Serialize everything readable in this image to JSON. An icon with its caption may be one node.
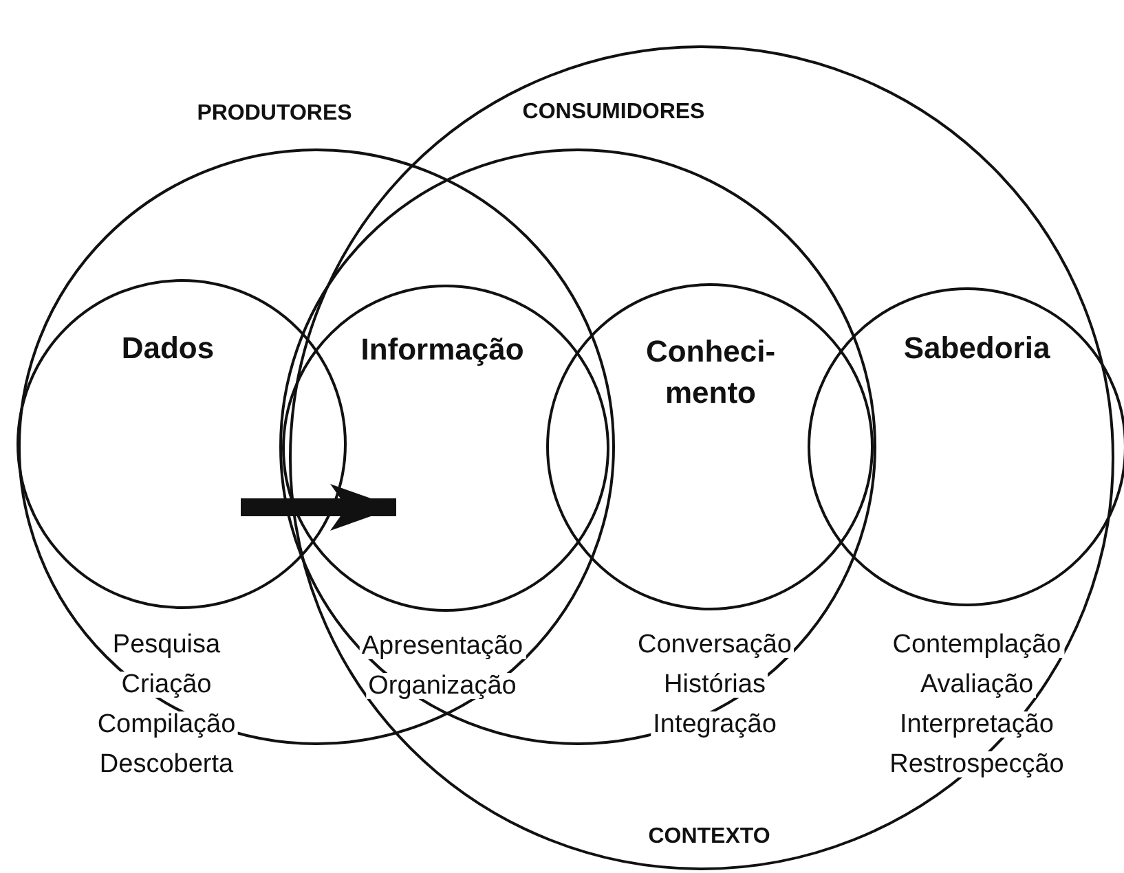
{
  "diagram": {
    "nodes": [
      {
        "text": [
          "PRODUTORES"
        ]
      },
      {
        "text": [
          "CONSUMIDORES"
        ],
        "in": 2
      },
      {
        "text": [
          "CONTEXTO"
        ]
      },
      {
        "text": [
          "Dados"
        ],
        "in": 0,
        "beside": [
          "Pesquisa",
          "Criação",
          "Compilação",
          "Descoberta"
        ]
      },
      {
        "text": [
          "Informação"
        ],
        "beside": [
          "Apresentação",
          "Organização"
        ]
      },
      {
        "text": [
          "Conheci- mento"
        ],
        "in": 1,
        "beside": [
          "Conversação",
          "Histórias",
          "Integração"
        ]
      },
      {
        "text": [
          "Sabedoria"
        ],
        "in": 2,
        "beside": [
          "Contemplação",
          "Avaliação",
          "Interpretação",
          "Restrospecção"
        ]
      }
    ],
    "edges": [
      {
        "from": 3,
        "to": 4,
        "arrow": "to"
      }
    ]
  }
}
